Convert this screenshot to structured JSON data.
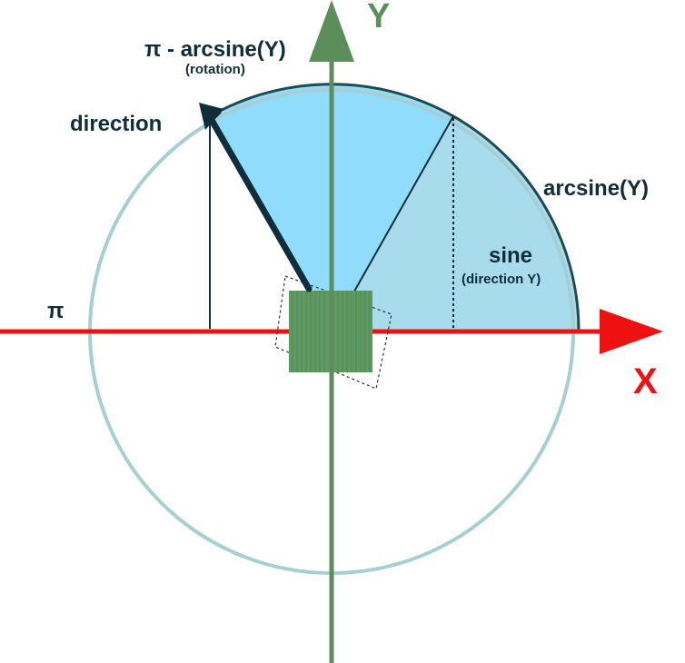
{
  "labels": {
    "y_axis": "Y",
    "x_axis": "X",
    "pi_minus_arcsine": "π - arcsine(Y)",
    "rotation": "(rotation)",
    "direction": "direction",
    "arcsine": "arcsine(Y)",
    "sine": "sine",
    "sine_sub": "(direction Y)",
    "pi": "π"
  },
  "colors": {
    "x_axis": "#ee1111",
    "y_axis": "#5b8e5b",
    "circle": "#a6cfd5",
    "rotation_sector": "#8fdcfc",
    "arcsine_sector": "#a8dbec",
    "vector": "#0f2d3a",
    "square": "#5f9a62"
  }
}
